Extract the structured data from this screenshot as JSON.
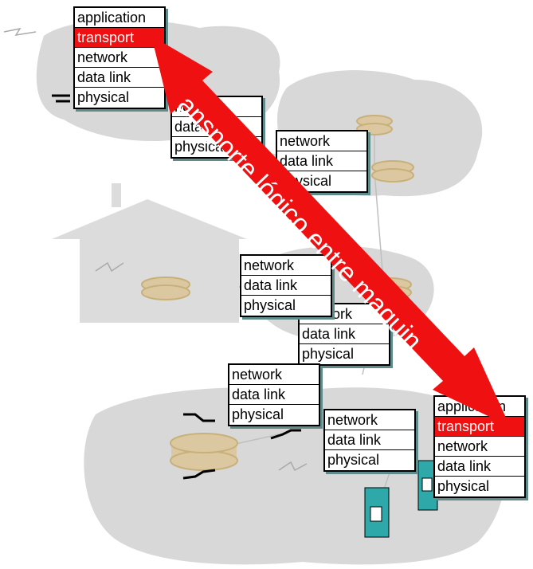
{
  "stacks": [
    {
      "id": "host-a",
      "layers": [
        "application",
        "transport",
        "network",
        "data link",
        "physical"
      ],
      "highlight": 1
    },
    {
      "id": "router-1",
      "layers": [
        "network",
        "data link",
        "physical"
      ]
    },
    {
      "id": "router-2",
      "layers": [
        "network",
        "data link",
        "physical"
      ]
    },
    {
      "id": "router-3",
      "layers": [
        "network",
        "data link",
        "physical"
      ]
    },
    {
      "id": "router-4",
      "layers": [
        "network",
        "data link",
        "physical"
      ]
    },
    {
      "id": "router-5",
      "layers": [
        "network",
        "data link",
        "physical"
      ]
    },
    {
      "id": "router-6",
      "layers": [
        "network",
        "data link",
        "physical"
      ]
    },
    {
      "id": "host-b",
      "layers": [
        "application",
        "transport",
        "network",
        "data link",
        "physical"
      ],
      "highlight": 1
    }
  ],
  "banner": {
    "text": "ansporte lógico entre maquin",
    "color": "#ef1111"
  },
  "colors": {
    "cloud": "#d6d6d6",
    "router": "#c8b07a",
    "house": "#dcdcdc",
    "stack_shadow": "#5f8b8b",
    "server": "#2ea8a8"
  }
}
